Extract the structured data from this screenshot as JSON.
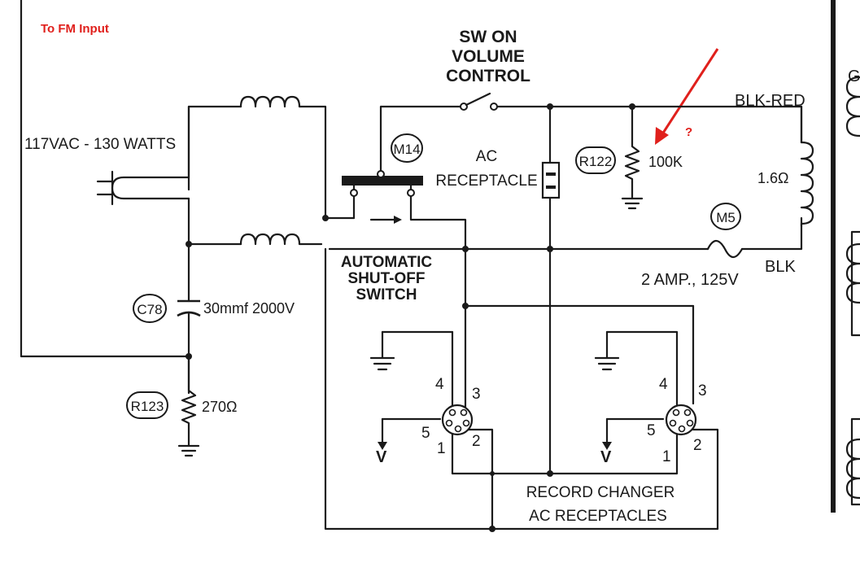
{
  "annotation": {
    "text": "To FM Input",
    "color": "#e0201c",
    "question_mark": "?"
  },
  "labels": {
    "power_source": "117VAC - 130 WATTS",
    "sw_on_line1": "SW ON",
    "sw_on_line2": "VOLUME",
    "sw_on_line3": "CONTROL",
    "ac_receptacle_line1": "AC",
    "ac_receptacle_line2": "RECEPTACLE",
    "blk_red": "BLK-RED",
    "blk": "BLK",
    "coil_value": "1.6Ω",
    "fuse_rating": "2 AMP.,  125V",
    "auto_switch_line1": "AUTOMATIC",
    "auto_switch_line2": "SHUT-OFF",
    "auto_switch_line3": "SWITCH",
    "changer_line1": "RECORD CHANGER",
    "changer_line2": "AC RECEPTACLES",
    "gl_partial": "GI"
  },
  "components": {
    "M14": "M14",
    "R122": "R122",
    "R122_value": "100K",
    "M5": "M5",
    "C78": "C78",
    "C78_value": "30mmf  2000V",
    "R123": "R123",
    "R123_value": "270Ω"
  },
  "socket_pins": {
    "pin1": "1",
    "pin2": "2",
    "pin3": "3",
    "pin4": "4",
    "pin5": "5",
    "v": "V"
  },
  "colors": {
    "ink": "#1a1a1a",
    "annotation_red": "#e0201c",
    "background": "#ffffff"
  }
}
